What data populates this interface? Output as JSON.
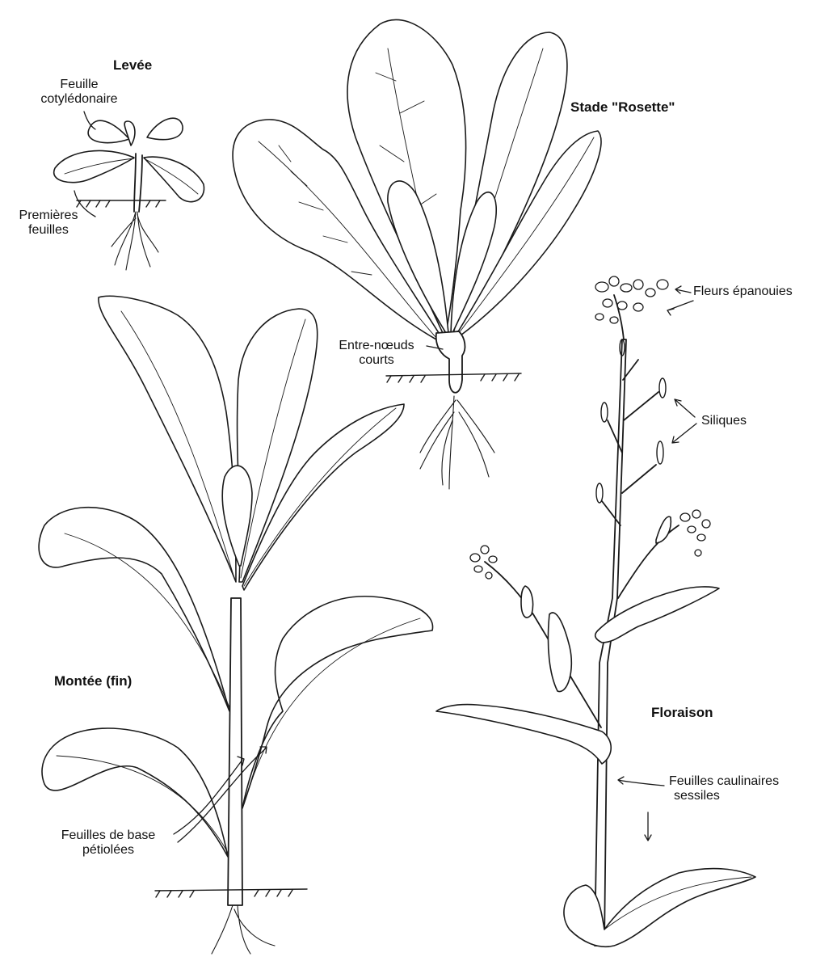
{
  "stages": {
    "levee": "Levée",
    "rosette": "Stade \"Rosette\"",
    "montee": "Montée (fin)",
    "floraison": "Floraison"
  },
  "annotations": {
    "cotyledon_line1": "Feuille",
    "cotyledon_line2": "cotylédonaire",
    "first_leaves_line1": "Premières",
    "first_leaves_line2": "feuilles",
    "internodes_line1": "Entre-nœuds",
    "internodes_line2": "courts",
    "flowers": "Fleurs épanouies",
    "siliques": "Siliques",
    "base_leaves_line1": "Feuilles de base",
    "base_leaves_line2": "pétiolées",
    "stem_leaves_line1": "Feuilles caulinaires",
    "stem_leaves_line2": "sessiles"
  }
}
